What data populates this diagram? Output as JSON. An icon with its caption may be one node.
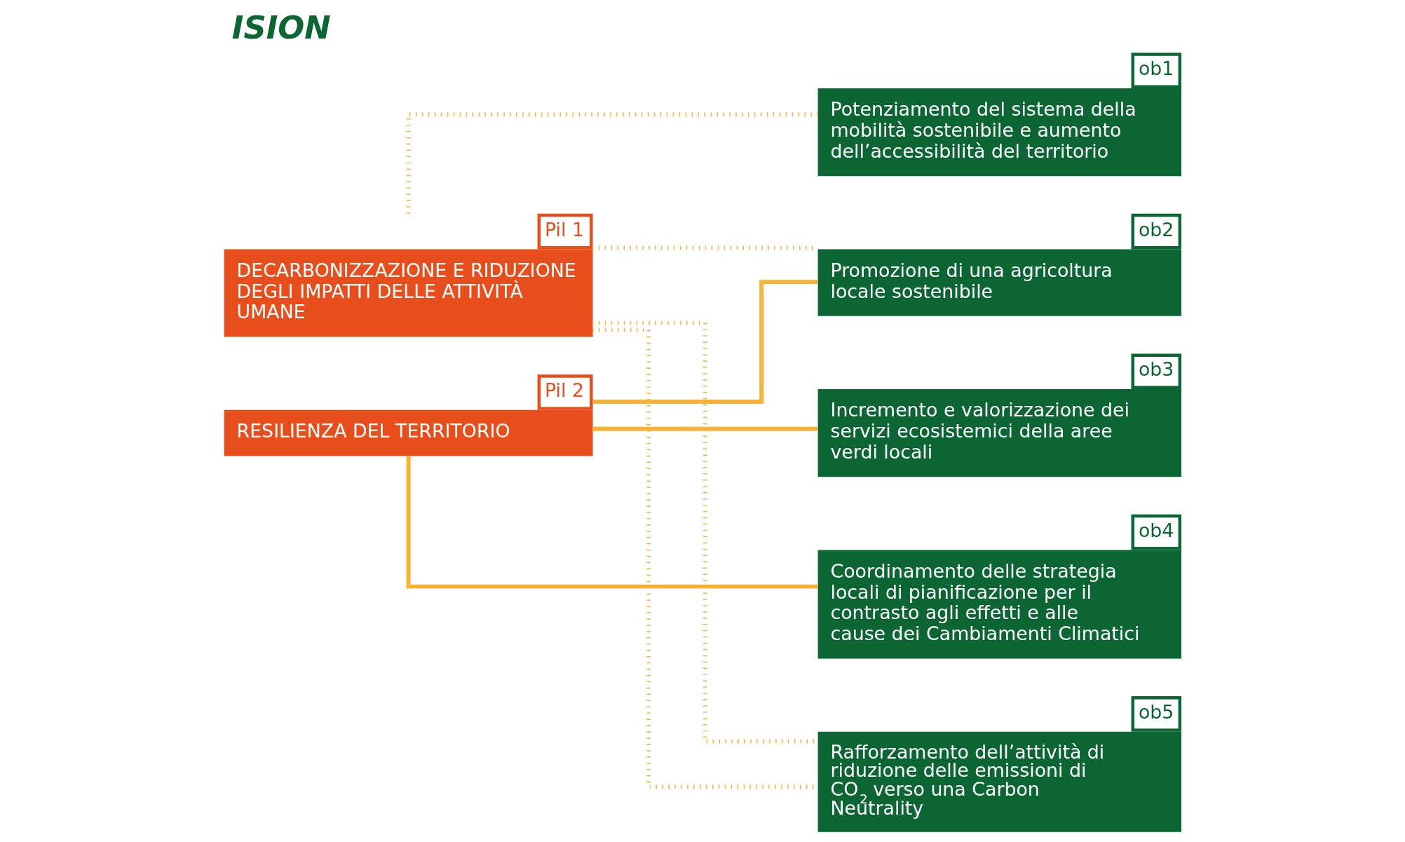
{
  "diagram": {
    "title": "ISION",
    "nodes": [
      {
        "text": [
          "Pil 1",
          "DECARBONIZZAZIONE E RIDUZIONE DEGLI IMPATTI DELLE ATTIVITÀ UMANE"
        ]
      },
      {
        "text": [
          "Pil 2",
          "RESILIENZA DEL TERRITORIO"
        ]
      },
      {
        "text": [
          "ob1",
          "Potenziamento del sistema della mobilità sostenibile e aumento dell’accessibilità del territorio"
        ]
      },
      {
        "text": [
          "ob2",
          "Promozione di una agricoltura locale sostenibile"
        ]
      },
      {
        "text": [
          "ob3",
          "Incremento e valorizzazione dei servizi ecosistemici della aree verdi locali"
        ]
      },
      {
        "text": [
          "ob4",
          "Coordinamento delle strategia locali di pianificazione per il contrasto agli effetti e alle cause dei Cambiamenti Climatici"
        ]
      },
      {
        "text": [
          "ob5",
          "Rafforzamento dell’attività di riduzione delle emissioni di CO$_{2}$ verso una Carbon Neutrality"
        ]
      }
    ],
    "edges": [
      {
        "from": 0,
        "to": 2,
        "arrow": "none",
        "style": "dashed"
      },
      {
        "from": 0,
        "to": 3,
        "arrow": "none",
        "style": "dashed"
      },
      {
        "from": 0,
        "to": 6,
        "arrow": "none",
        "style": "dashed"
      },
      {
        "from": 0,
        "to": 6,
        "arrow": "none",
        "style": "dashed"
      },
      {
        "from": 1,
        "to": 3,
        "arrow": "none"
      },
      {
        "from": 1,
        "to": 4,
        "arrow": "none"
      },
      {
        "from": 1,
        "to": 5,
        "arrow": "none"
      }
    ]
  }
}
